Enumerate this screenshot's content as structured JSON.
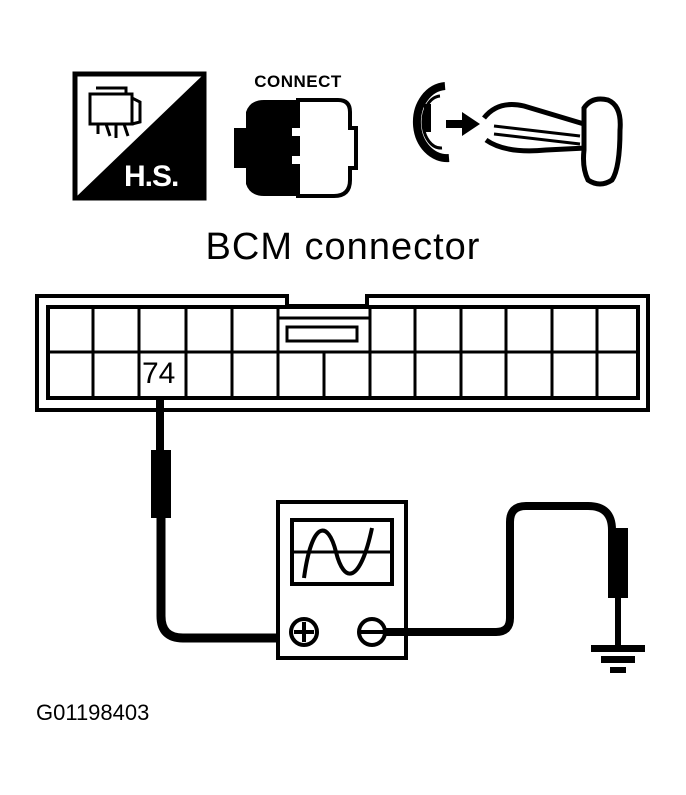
{
  "diagram": {
    "title": "BCM connector",
    "figure_id": "G01198403",
    "icons": [
      {
        "name": "harness-side-icon",
        "label": "H.S."
      },
      {
        "name": "connect-icon",
        "label": "CONNECT"
      },
      {
        "name": "ignition-key-icon",
        "label": ""
      }
    ],
    "connector": {
      "rows": 2,
      "columns": 13,
      "highlighted_pin": "74"
    },
    "instrument": {
      "name": "oscilloscope",
      "positive_terminal": "+",
      "negative_terminal": "−",
      "waveform": "sine"
    },
    "ground": "ground-symbol",
    "colors": {
      "ink": "#000000",
      "paper": "#ffffff"
    }
  }
}
